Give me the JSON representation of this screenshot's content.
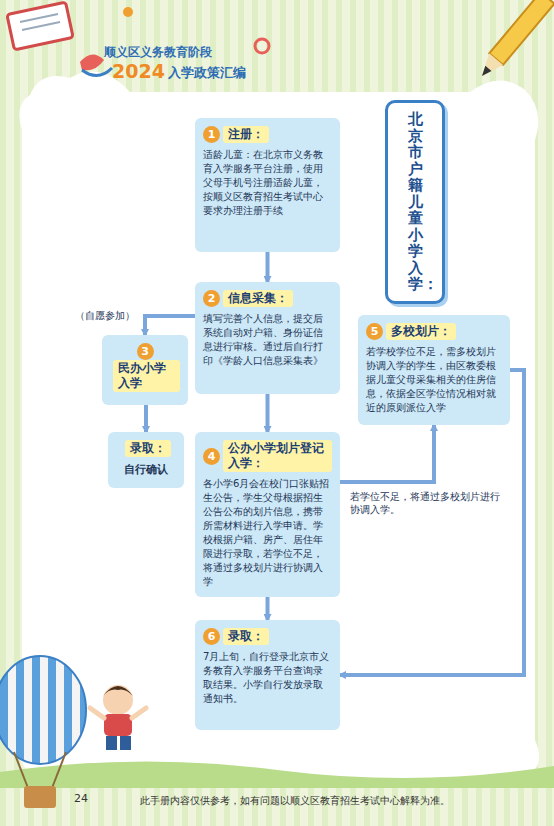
{
  "diagram": {
    "title": "北京市户籍儿童小学入学：",
    "nodes": [
      {
        "text": [
          "北京市户籍儿童小学入学："
        ]
      },
      {
        "text": [
          "1",
          "注册：",
          "适龄儿童：在北京市义务教育入学服务平台注册，使用父母手机号注册适龄儿童，按顺义区教育招生考试中心要求办理注册手续"
        ]
      },
      {
        "text": [
          "2",
          "信息采集：",
          "填写完善个人信息，提交后系统自动对户籍、身份证信息进行审核。通过后自行打印《学龄人口信息采集表》"
        ]
      },
      {
        "text": [
          "3",
          "民办小学入学"
        ]
      },
      {
        "text": [
          "录取：",
          "自行确认"
        ]
      },
      {
        "text": [
          "4",
          "公办小学划片登记入学：",
          "各小学6月会在校门口张贴招生公告，学生父母根据招生公告公布的划片信息，携带所需材料进行入学申请。学校根据户籍、房产、居住年限进行录取，若学位不足，将通过多校划片进行协调入学"
        ]
      },
      {
        "text": [
          "5",
          "多校划片：",
          "若学校学位不足，需多校划片协调入学的学生，由区教委根据儿童父母采集相关的住房信息，依据全区学位情况相对就近的原则派位入学"
        ]
      },
      {
        "text": [
          "6",
          "录取：",
          "7月上旬，自行登录北京市义务教育入学服务平台查询录取结果。小学自行发放录取通知书。"
        ]
      }
    ],
    "edges": [
      {
        "from": 1,
        "to": 2,
        "arrow": "to"
      },
      {
        "from": 2,
        "to": 3,
        "label": "（自愿参加）",
        "arrow": "to"
      },
      {
        "from": 3,
        "to": 4,
        "arrow": "to"
      },
      {
        "from": 2,
        "to": 5,
        "arrow": "to"
      },
      {
        "from": 5,
        "to": 6,
        "label": "若学位不足，将通过多校划片进行协调入学。",
        "arrow": "to"
      },
      {
        "from": 5,
        "to": 7,
        "arrow": "to"
      },
      {
        "from": 6,
        "to": 7,
        "arrow": "to"
      }
    ],
    "labels": [
      "顺义区义务教育阶段",
      "2024",
      "入学政策汇编",
      "24",
      "此手册内容仅供参考，如有问题以顺义区教育招生考试中心解释为准。"
    ]
  }
}
